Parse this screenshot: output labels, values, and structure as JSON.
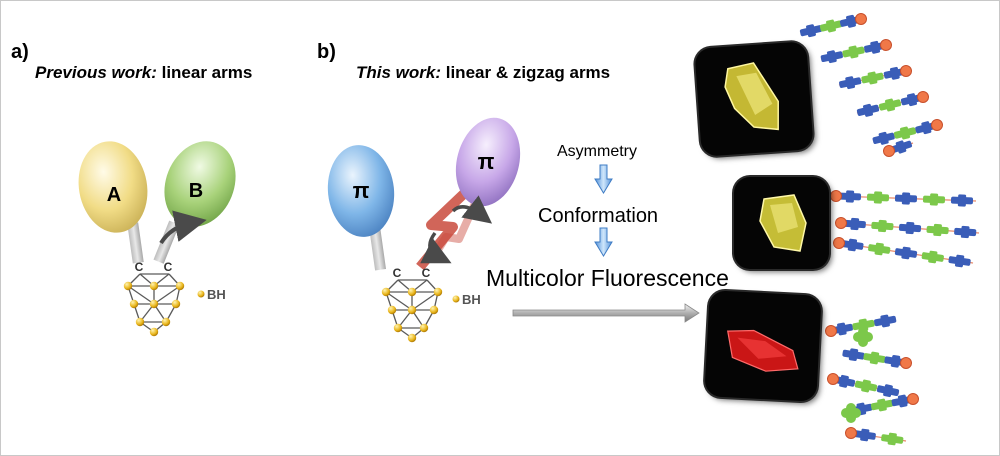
{
  "panel_a": {
    "letter": "a)",
    "heading_italic": "Previous work:",
    "heading_rest": " linear arms"
  },
  "panel_b": {
    "letter": "b)",
    "heading_italic": "This work:",
    "heading_rest": " linear & zigzag arms"
  },
  "arm_labels": {
    "a_left": "A",
    "a_right": "B",
    "b_left": "π",
    "b_right": "π"
  },
  "cluster_labels": {
    "carbon": "C",
    "bh": "BH"
  },
  "steps": [
    "Asymmetry",
    "Conformation",
    "Multicolor Fluorescence"
  ],
  "colors": {
    "arm_a": "#f1dc86",
    "arm_b": "#a8d27a",
    "arm_pi_left": "#7fb6e8",
    "arm_pi_right": "#c7a7e8",
    "zigzag_link": "#c94a3c",
    "boron_atom": "#e8b418",
    "crystal_yellow": "#f2e44a",
    "crystal_red": "#e81c1c",
    "chain_blue": "#3a5db8",
    "chain_green": "#7cc84a",
    "chain_end": "#f07848"
  }
}
